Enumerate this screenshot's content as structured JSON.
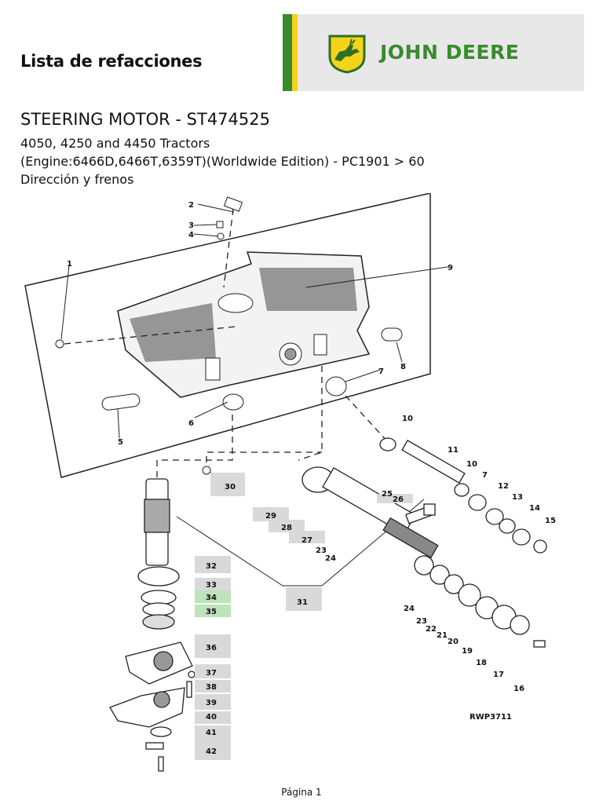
{
  "header": {
    "list_title": "Lista de refacciones",
    "brand_name": "JOHN DEERE"
  },
  "document": {
    "part_title": "STEERING MOTOR - ST474525",
    "models": "4050, 4250 and 4450 Tractors",
    "engine": "(Engine:6466D,6466T,6359T)(Worldwide Edition) - PC1901 > 60",
    "category": "Dirección y frenos"
  },
  "diagram": {
    "reference_code": "RWP3711",
    "callouts": [
      "1",
      "2",
      "3",
      "4",
      "5",
      "6",
      "7",
      "8",
      "9",
      "10",
      "11",
      "10",
      "7",
      "12",
      "13",
      "14",
      "15",
      "16",
      "17",
      "18",
      "19",
      "20",
      "21",
      "22",
      "23",
      "24",
      "25",
      "26",
      "27",
      "28",
      "29",
      "30",
      "31",
      "23",
      "24",
      "32",
      "33",
      "34",
      "35",
      "36",
      "37",
      "38",
      "39",
      "40",
      "41",
      "42"
    ]
  },
  "footer": {
    "page": "Página 1"
  },
  "colors": {
    "brand_green": "#3a8a2e",
    "brand_yellow": "#f5d31a",
    "highlight_green": "#8fd08a",
    "callout_box": "#d9d9d9"
  }
}
